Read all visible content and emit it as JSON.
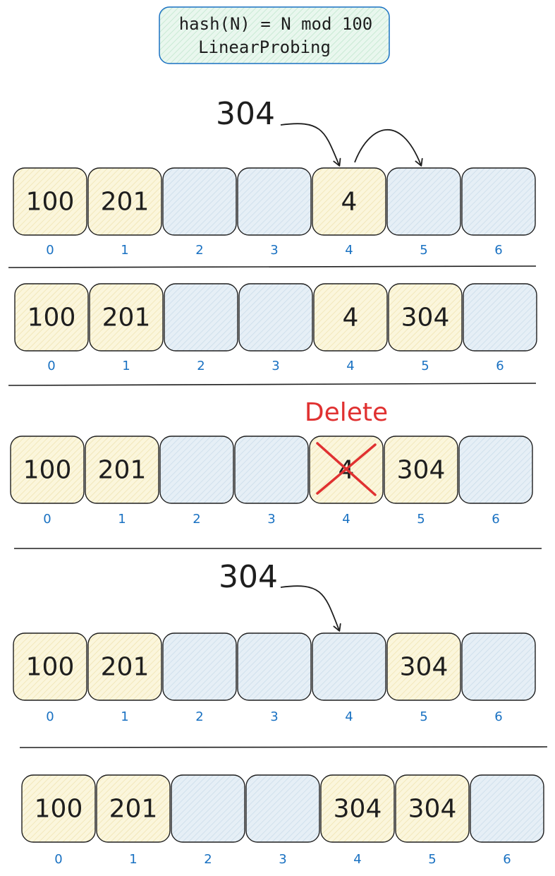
{
  "title_box": {
    "line1": "hash(N) = N mod 100",
    "line2": "LinearProbing"
  },
  "colors": {
    "filled_cell": "#fbf6dc",
    "empty_cell": "#e2edf5",
    "cell_border": "#1e1e1e",
    "index_text": "#1971c2",
    "delete_red": "#e03131",
    "title_fill": "#e3f6ea",
    "title_border": "#1971c2"
  },
  "indices": [
    "0",
    "1",
    "2",
    "3",
    "4",
    "5",
    "6"
  ],
  "rows": [
    {
      "cells": [
        "100",
        "201",
        "",
        "",
        "4",
        "",
        ""
      ],
      "incoming_label": "304",
      "arrow_to_index": 4,
      "probe_to_index": 5
    },
    {
      "cells": [
        "100",
        "201",
        "",
        "",
        "4",
        "304",
        ""
      ]
    },
    {
      "cells": [
        "100",
        "201",
        "",
        "",
        "4",
        "304",
        ""
      ],
      "delete_label": "Delete",
      "deleted_index": 4
    },
    {
      "cells": [
        "100",
        "201",
        "",
        "",
        "",
        "304",
        ""
      ],
      "incoming_label": "304",
      "arrow_to_index": 4
    },
    {
      "cells": [
        "100",
        "201",
        "",
        "",
        "304",
        "304",
        ""
      ]
    }
  ]
}
